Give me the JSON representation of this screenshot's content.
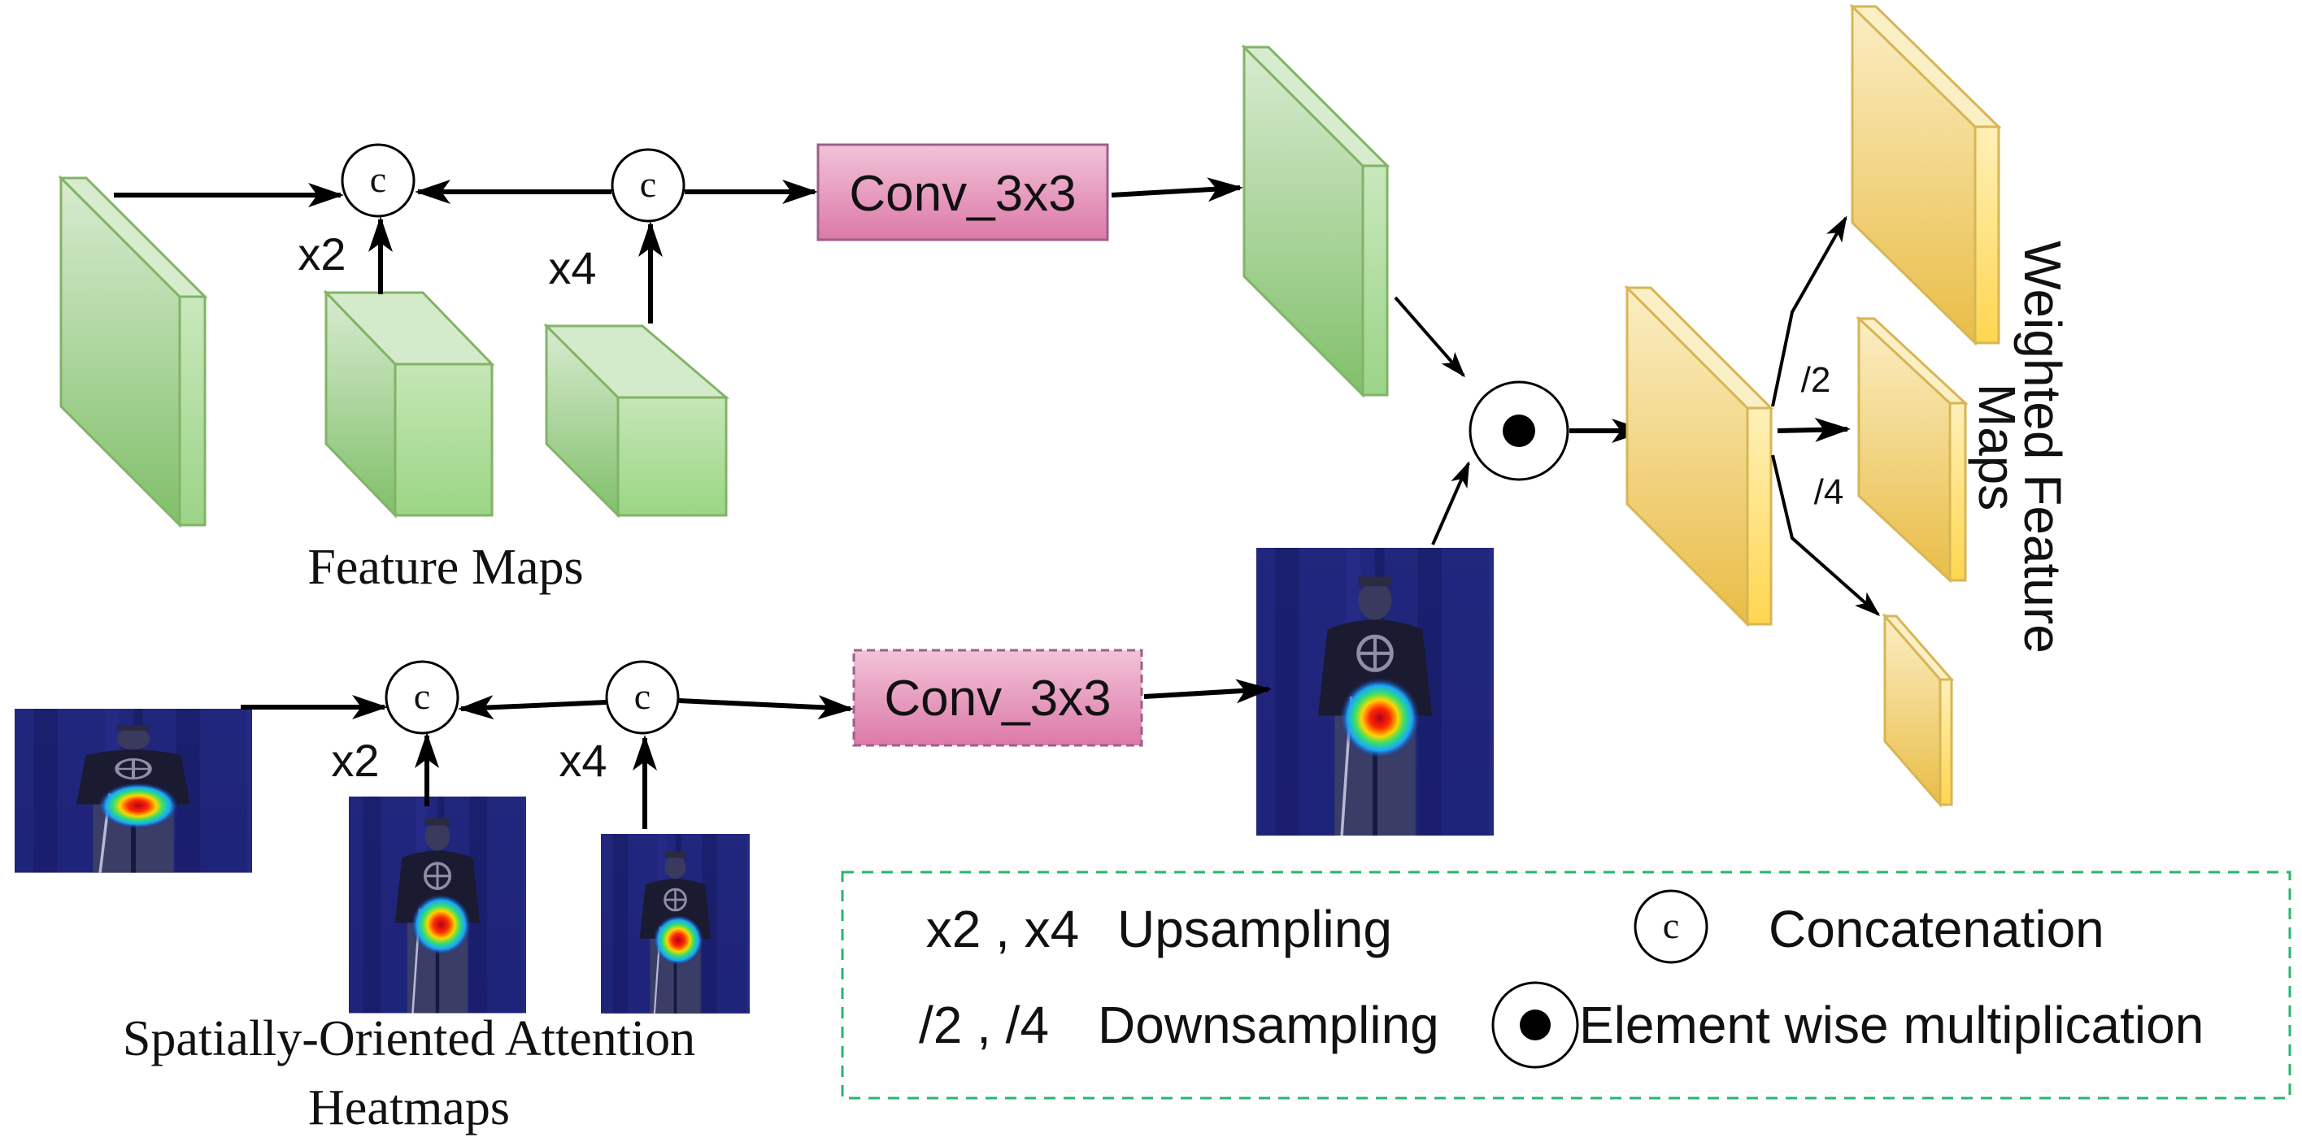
{
  "diagram": {
    "concat_symbol": "c",
    "upsample_labels": {
      "x2": "x2",
      "x4": "x4"
    },
    "downsample_labels": {
      "half": "/2",
      "quarter": "/4"
    },
    "conv_label": "Conv_3x3",
    "feature_maps_caption": "Feature Maps",
    "heatmaps_caption_line1": "Spatially-Oriented Attention",
    "heatmaps_caption_line2": "Heatmaps",
    "output_caption_line1": "Weighted Feature",
    "output_caption_line2": "Maps"
  },
  "legend": {
    "upsampling_symbol": "x2 , x4",
    "upsampling_label": "Upsampling",
    "concat_symbol": "c",
    "concat_label": "Concatenation",
    "downsampling_symbol": "/2 , /4",
    "downsampling_label": "Downsampling",
    "multiply_label": "Element wise multiplication"
  },
  "colors": {
    "feature_green": "#8fd07f",
    "feature_green_edge": "#82b366",
    "conv_pink": "#e27fb0",
    "conv_edge": "#9c6088",
    "weighted_yellow": "#f0c850",
    "weighted_edge": "#d6b656",
    "heatmap_background": "#1c1f7a",
    "legend_border": "#27b56e"
  }
}
